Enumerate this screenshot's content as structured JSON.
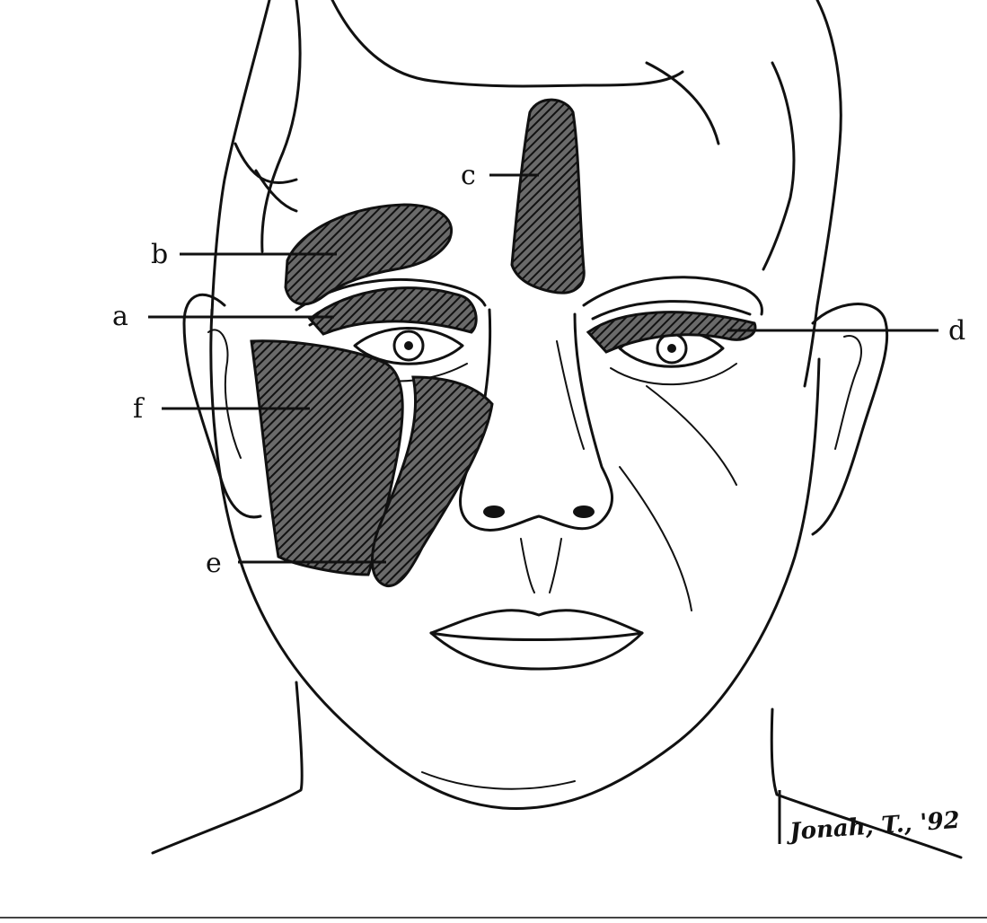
{
  "figure": {
    "labels": {
      "a": "a",
      "b": "b",
      "c": "c",
      "d": "d",
      "e": "e",
      "f": "f"
    },
    "signature": "Jonah, T., '92"
  },
  "colors": {
    "ink": "#111111",
    "paper": "#ffffff",
    "hatch_fill": "#555555"
  }
}
